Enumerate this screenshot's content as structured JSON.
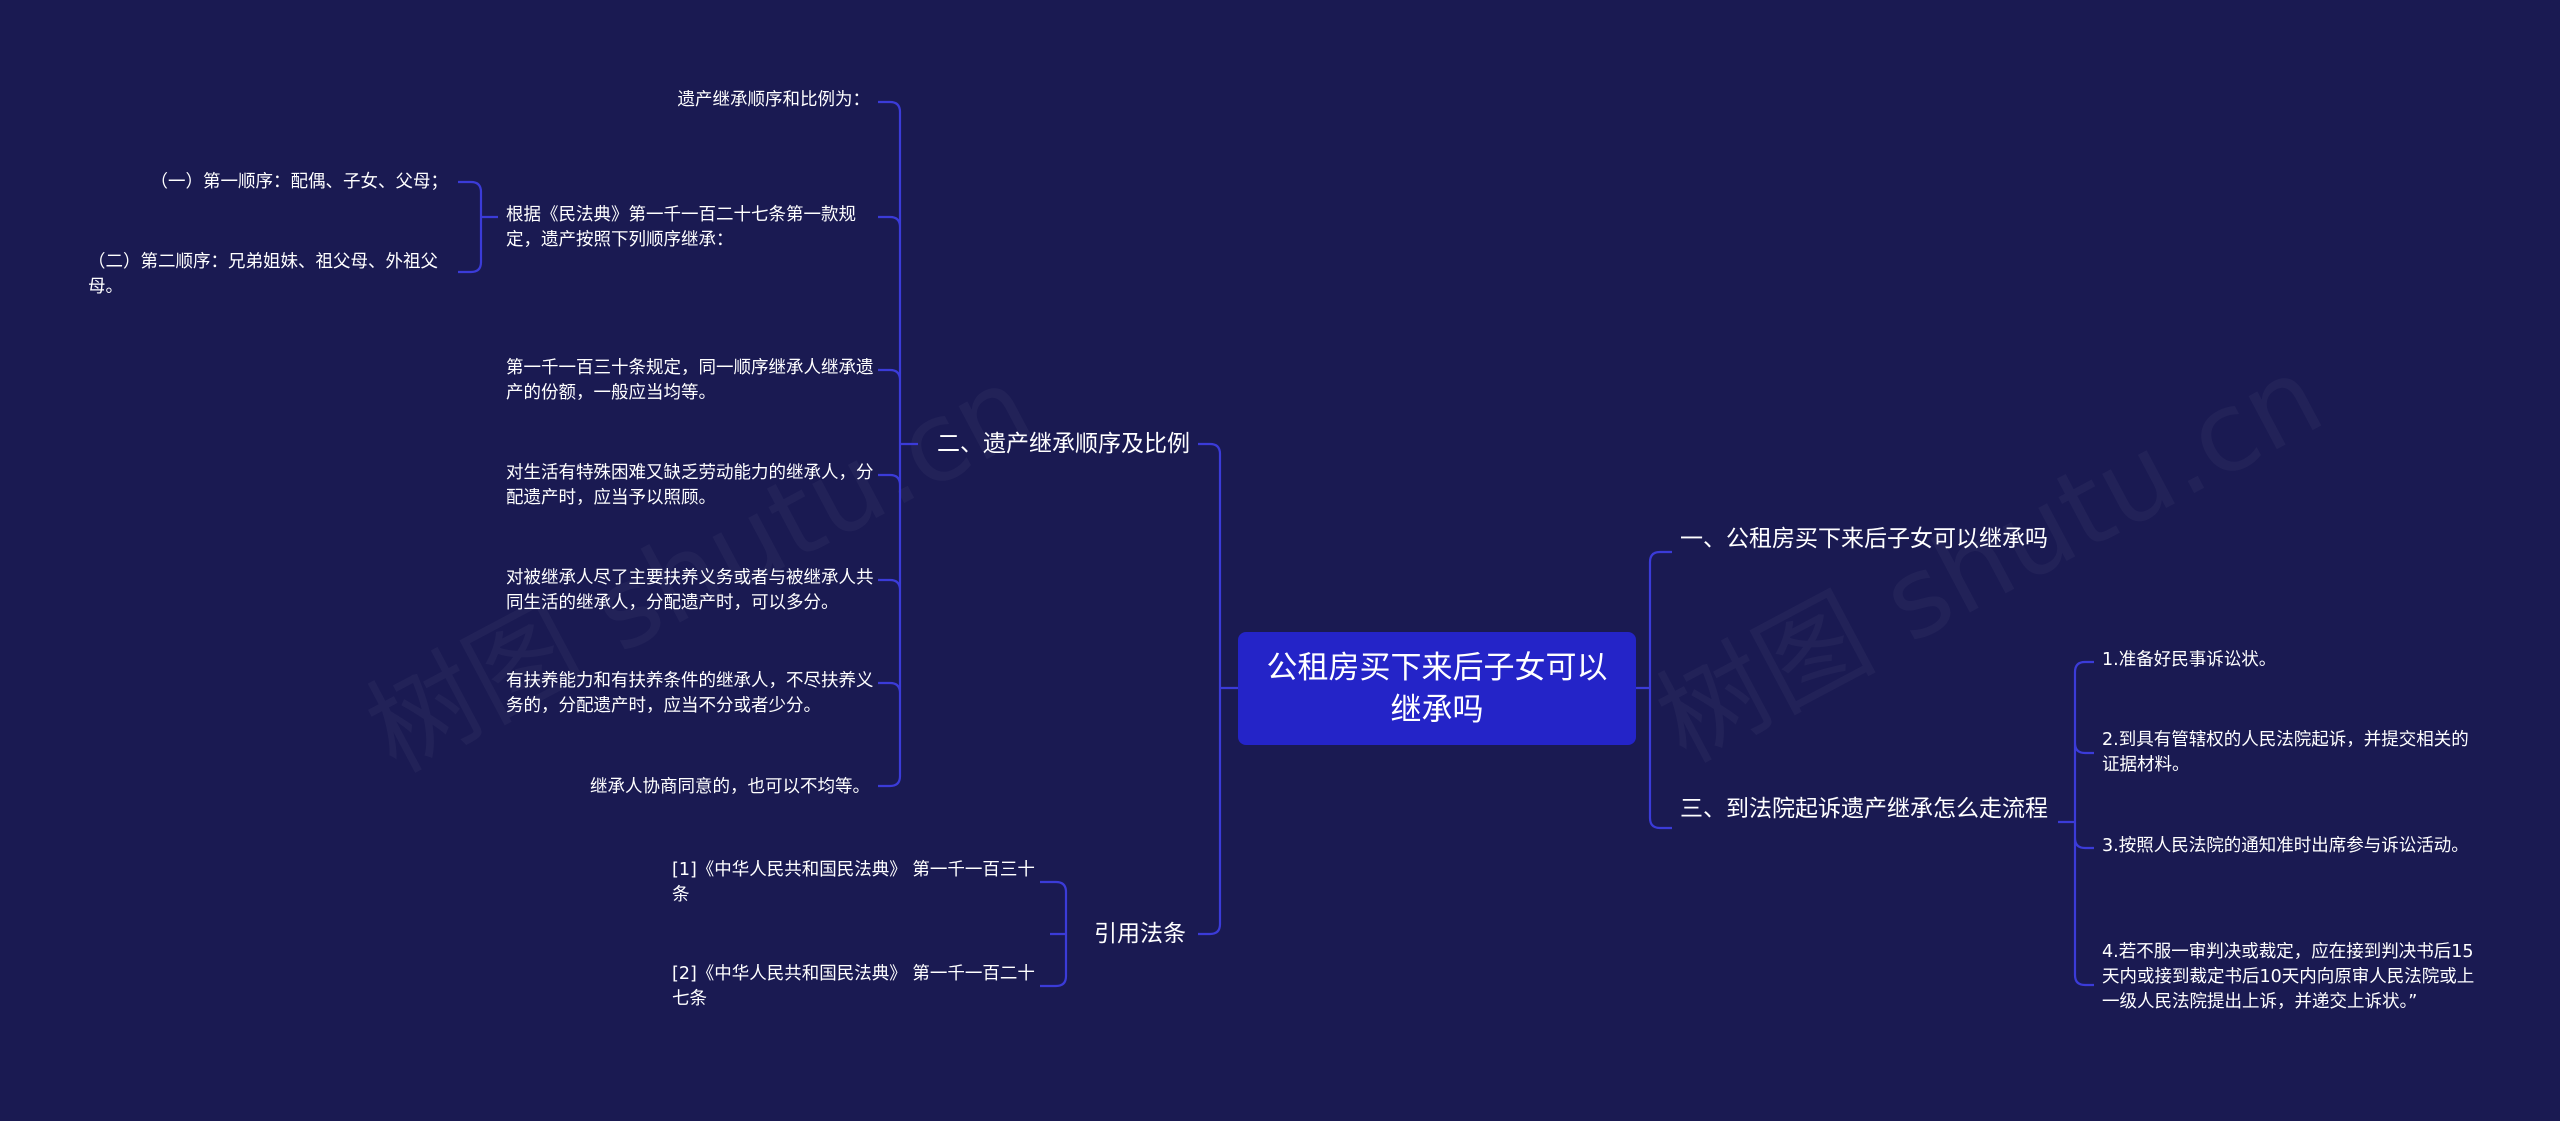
{
  "watermarks": [
    "树图 shutu.cn",
    "树图 shutu.cn"
  ],
  "root": {
    "label": "公租房买下来后子女可以继承吗"
  },
  "branches": {
    "right1": {
      "label": "一、公租房买下来后子女可以继承吗"
    },
    "right3": {
      "label": "三、到法院起诉遗产继承怎么走流程",
      "items": [
        "1.准备好民事诉讼状。",
        "2.到具有管辖权的人民法院起诉，并提交相关的证据材料。",
        "3.按照人民法院的通知准时出席参与诉讼活动。",
        "4.若不服一审判决或裁定，应在接到判决书后15天内或接到裁定书后10天内向原审人民法院或上一级人民法院提出上诉，并递交上诉状。”"
      ]
    },
    "left2": {
      "label": "二、遗产继承顺序及比例",
      "items": [
        "遗产继承顺序和比例为：",
        "根据《民法典》第一千一百二十七条第一款规定，遗产按照下列顺序继承：",
        "第一千一百三十条规定，同一顺序继承人继承遗产的份额，一般应当均等。",
        "对生活有特殊困难又缺乏劳动能力的继承人，分配遗产时，应当予以照顾。",
        "对被继承人尽了主要扶养义务或者与被继承人共同生活的继承人，分配遗产时，可以多分。",
        "有扶养能力和有扶养条件的继承人，不尽扶养义务的，分配遗产时，应当不分或者少分。",
        "继承人协商同意的，也可以不均等。"
      ],
      "sub_items": [
        "（一）第一顺序：配偶、子女、父母；",
        "（二）第二顺序：兄弟姐妹、祖父母、外祖父母。"
      ]
    },
    "left_ref": {
      "label": "引用法条",
      "items": [
        "[1]《中华人民共和国民法典》 第一千一百三十条",
        "[2]《中华人民共和国民法典》 第一千一百二十七条"
      ]
    }
  },
  "colors": {
    "background": "#1a1a52",
    "root_fill": "#2424c8",
    "connector": "#3b3bd8",
    "text": "#ffffff"
  }
}
